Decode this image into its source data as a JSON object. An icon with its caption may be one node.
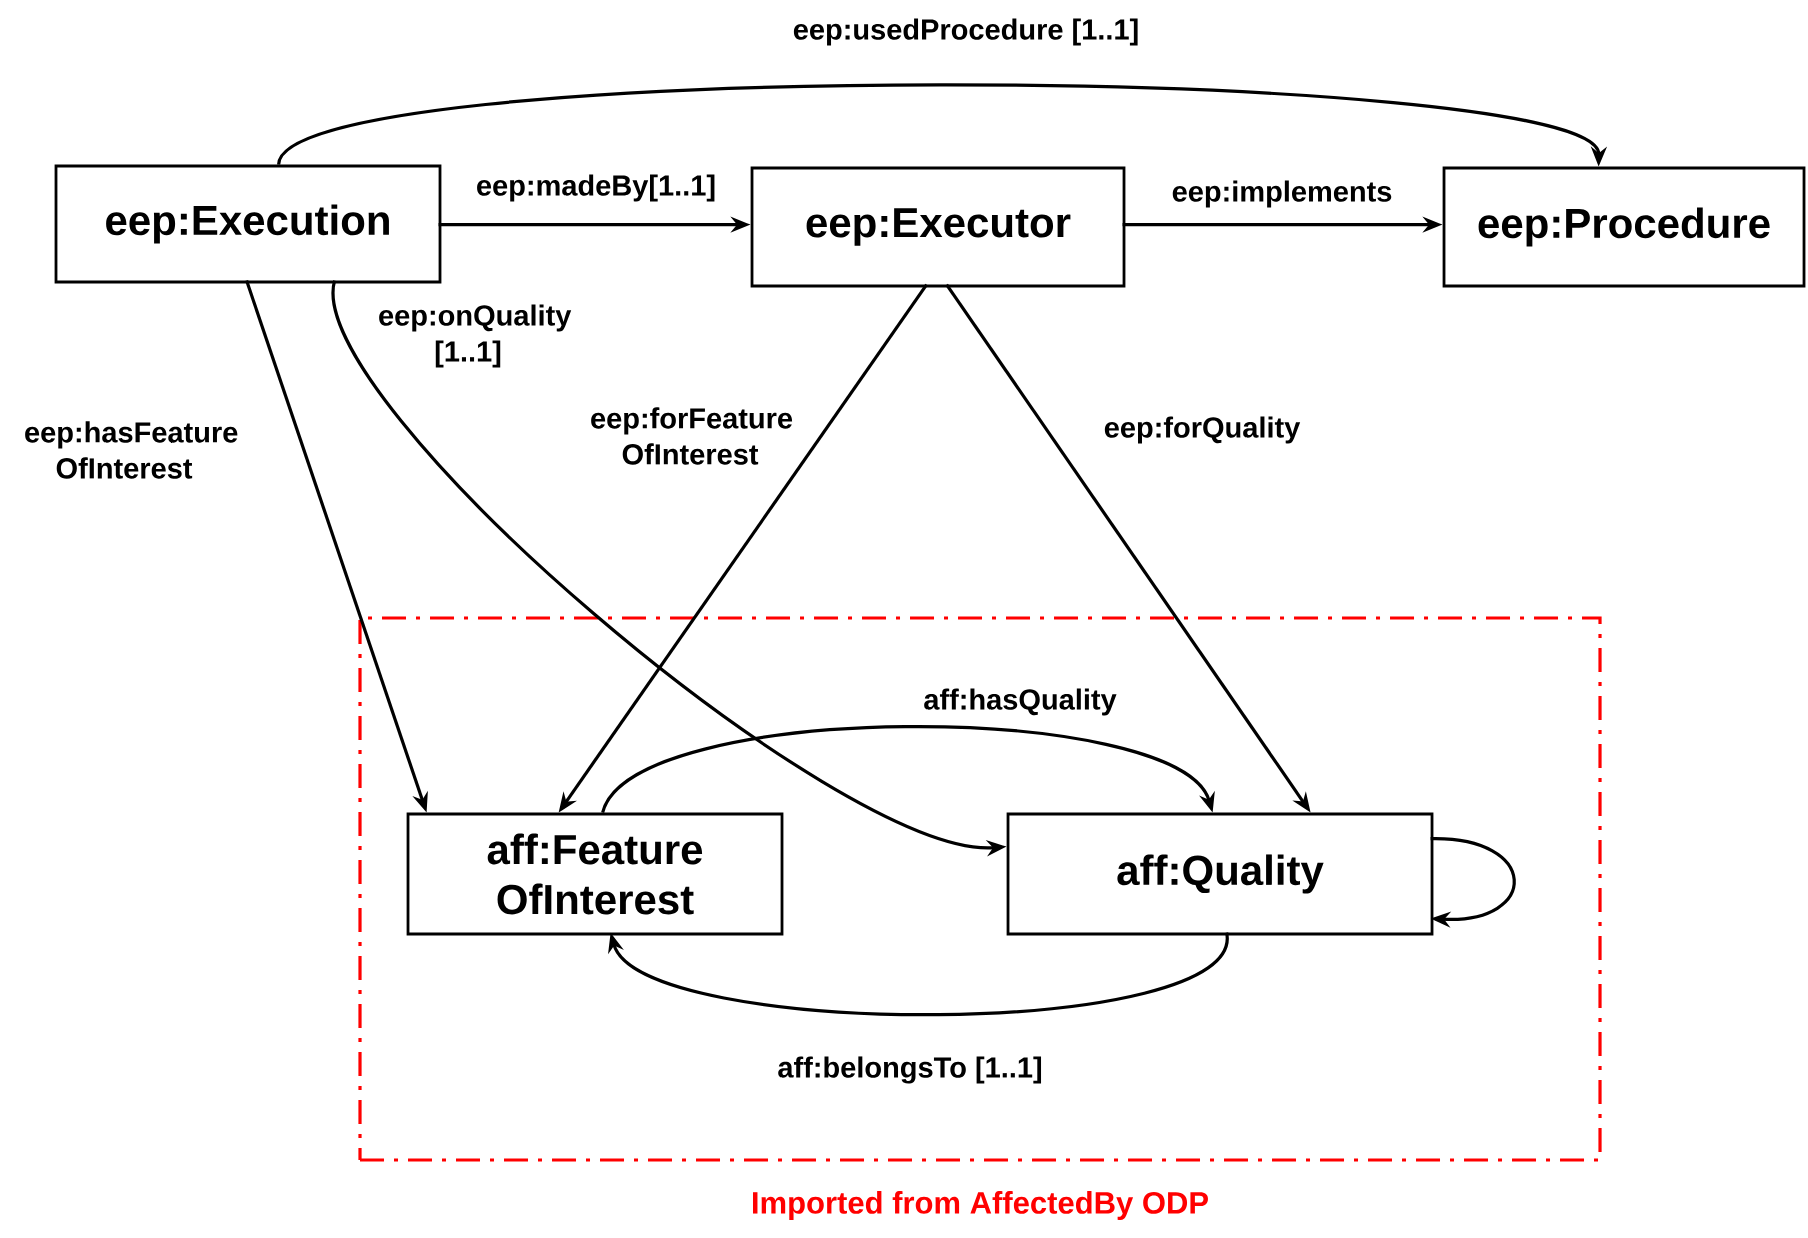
{
  "diagram": {
    "nodes": [
      {
        "text": [
          "eep:Execution"
        ]
      },
      {
        "text": [
          "eep:Executor"
        ]
      },
      {
        "text": [
          "eep:Procedure"
        ]
      },
      {
        "text": [
          "Imported from AffectedBy ODP"
        ]
      },
      {
        "text": [
          "aff:Feature OfInterest"
        ],
        "in": 3
      },
      {
        "text": [
          "aff:Quality"
        ],
        "in": 3
      }
    ],
    "edges": [
      {
        "from": 0,
        "to": 2,
        "arrow": "to",
        "label": "eep:usedProcedure [1..1]"
      },
      {
        "from": 0,
        "to": 1,
        "arrow": "to",
        "label": "eep:madeBy[1..1]"
      },
      {
        "from": 1,
        "to": 2,
        "arrow": "to",
        "label": "eep:implements"
      },
      {
        "from": 0,
        "to": 4,
        "arrow": "to",
        "label": "eep:hasFeature OfInterest"
      },
      {
        "from": 0,
        "to": 5,
        "arrow": "to",
        "label": "eep:onQuality [1..1]"
      },
      {
        "from": 1,
        "to": 4,
        "arrow": "to",
        "label": "eep:forFeature OfInterest"
      },
      {
        "from": 1,
        "to": 5,
        "arrow": "to",
        "label": "eep:forQuality"
      },
      {
        "from": 4,
        "to": 5,
        "arrow": "to",
        "label": "aff:hasQuality"
      },
      {
        "from": 5,
        "to": 4,
        "arrow": "to",
        "label": "aff:belongsTo [1..1]"
      },
      {
        "from": 5,
        "to": 5,
        "arrow": "to"
      }
    ]
  }
}
